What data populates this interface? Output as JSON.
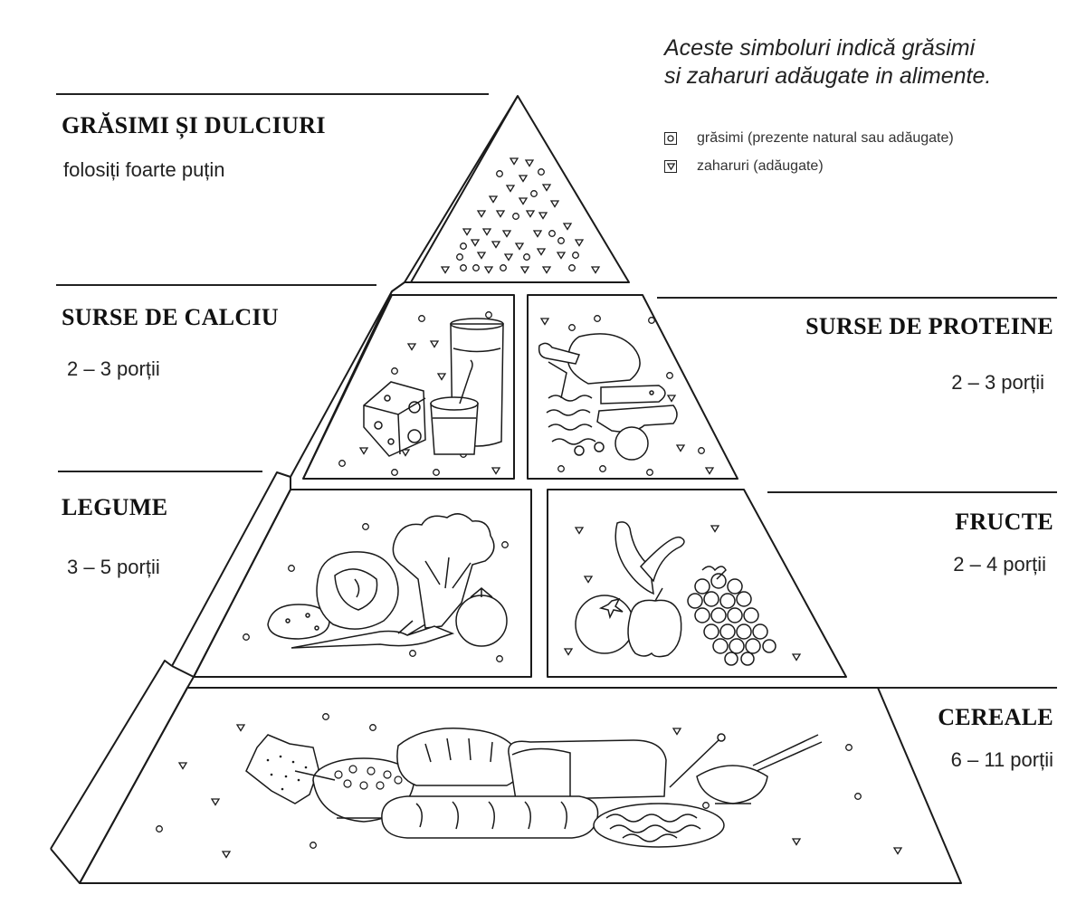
{
  "legend": {
    "title_line1": "Aceste simboluri indică grăsimi",
    "title_line2": "si zaharuri adăugate in alimente.",
    "fats_label": "grăsimi (prezente natural sau adăugate)",
    "sugars_label": "zaharuri (adăugate)",
    "fats_symbol": "circle-icon",
    "sugars_symbol": "triangle-icon"
  },
  "groups": {
    "fats_sweets": {
      "title": "GRĂSIMI ȘI DULCIURI",
      "servings": "folosiți foarte puțin"
    },
    "calcium": {
      "title": "SURSE DE CALCIU",
      "servings": "2 – 3 porții"
    },
    "protein": {
      "title": "SURSE DE PROTEINE",
      "servings": "2 – 3 porții"
    },
    "vegetables": {
      "title": "LEGUME",
      "servings": "3 – 5 porții"
    },
    "fruits": {
      "title": "FRUCTE",
      "servings": "2 – 4 porții"
    },
    "cereals": {
      "title": "CEREALE",
      "servings": "6 – 11 porții"
    }
  },
  "colors": {
    "line": "#1a1a1a",
    "background": "#ffffff"
  }
}
